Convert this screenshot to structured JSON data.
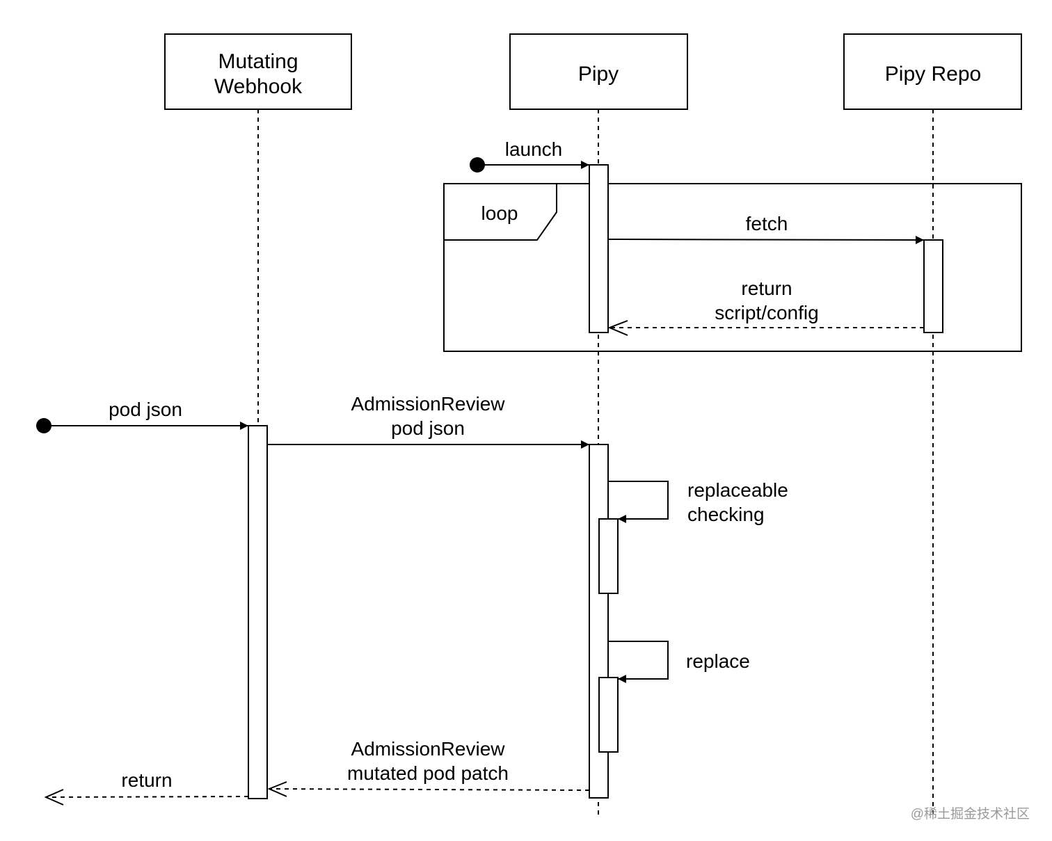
{
  "participants": {
    "webhook": {
      "line1": "Mutating",
      "line2": "Webhook"
    },
    "pipy": {
      "label": "Pipy"
    },
    "repo": {
      "label": "Pipy Repo"
    }
  },
  "loop": {
    "label": "loop"
  },
  "messages": {
    "launch": "launch",
    "fetch": "fetch",
    "return_config": {
      "line1": "return",
      "line2": "script/config"
    },
    "pod_json": "pod json",
    "admission_review": {
      "line1": "AdmissionReview",
      "line2": "pod json"
    },
    "replaceable_checking": {
      "line1": "replaceable",
      "line2": "checking"
    },
    "replace": "replace",
    "mutated_patch": {
      "line1": "AdmissionReview",
      "line2": "mutated pod patch"
    },
    "return": "return"
  },
  "watermark": "@稀土掘金技术社区"
}
